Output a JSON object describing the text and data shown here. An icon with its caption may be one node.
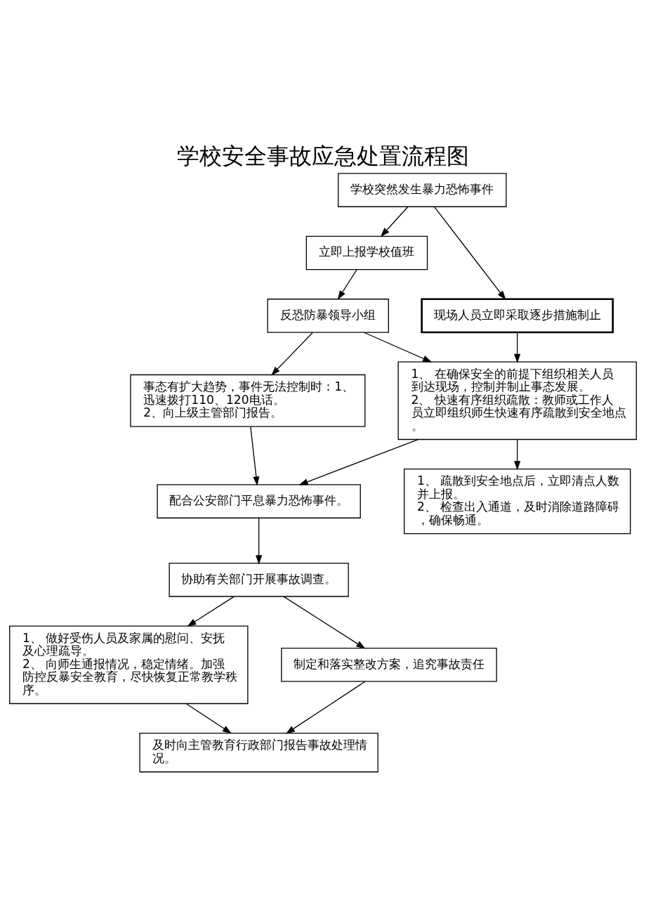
{
  "diagram": {
    "title": "学校安全事故应急处置流程图",
    "nodes": [
      {
        "text": [
          "学校突然发生暴力恐怖事件"
        ]
      },
      {
        "text": [
          "立即上报学校值班"
        ]
      },
      {
        "text": [
          "现场人员立即采取逐步措施制止"
        ]
      },
      {
        "text": [
          "反恐防暴领导小组"
        ]
      },
      {
        "text": [
          "1、 在确保安全的前提下组织相关人员到达现场，控制并制止事态发展。",
          "2、 快速有序组织疏散：教师或工作人员立即组织师生快速有序疏散到安全地点。"
        ]
      },
      {
        "text": [
          "事态有扩大趋势，事件无法控制时：1、迅速拨打110、120电话。",
          "2、向上级主管部门报告。"
        ]
      },
      {
        "text": [
          "配合公安部门平息暴力恐怖事件。"
        ]
      },
      {
        "text": [
          "1、 疏散到安全地点后，立即清点人数并上报。",
          "2、 检查出入通道，及时消除道路障碍，确保畅通。"
        ]
      },
      {
        "text": [
          "协助有关部门开展事故调查。"
        ]
      },
      {
        "text": [
          "1、 做好受伤人员及家属的慰问、安抚及心理疏导。",
          "2、 向师生通报情况，稳定情绪。加强防控反暴安全教育，尽快恢复正常教学秩序。"
        ]
      },
      {
        "text": [
          "制定和落实整改方案，追究事故责任"
        ]
      },
      {
        "text": [
          "及时向主管教育行政部门报告事故处理情况。"
        ]
      }
    ],
    "edges": [
      {
        "from": 0,
        "to": 1,
        "arrow": "to"
      },
      {
        "from": 0,
        "to": 2,
        "arrow": "to"
      },
      {
        "from": 1,
        "to": 3,
        "arrow": "to"
      },
      {
        "from": 2,
        "to": 4,
        "arrow": "to"
      },
      {
        "from": 3,
        "to": 4,
        "arrow": "to"
      },
      {
        "from": 3,
        "to": 5,
        "arrow": "to"
      },
      {
        "from": 4,
        "to": 6,
        "arrow": "to"
      },
      {
        "from": 4,
        "to": 7,
        "arrow": "to"
      },
      {
        "from": 5,
        "to": 6,
        "arrow": "to"
      },
      {
        "from": 6,
        "to": 8,
        "arrow": "to"
      },
      {
        "from": 8,
        "to": 9,
        "arrow": "to"
      },
      {
        "from": 8,
        "to": 10,
        "arrow": "to"
      },
      {
        "from": 9,
        "to": 11,
        "arrow": "to"
      },
      {
        "from": 10,
        "to": 11,
        "arrow": "to"
      }
    ]
  }
}
